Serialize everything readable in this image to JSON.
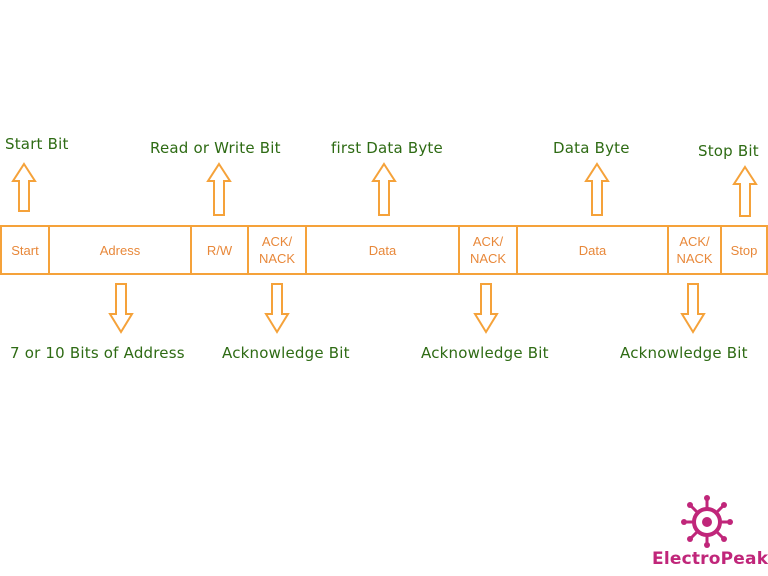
{
  "colors": {
    "accent": "#f5a23a",
    "label_green": "#2e6b14",
    "cell_text": "#e8883a",
    "logo": "#c0267a"
  },
  "top_labels": {
    "start": "Start Bit",
    "rw": "Read or Write Bit",
    "first_data": "first Data Byte",
    "data": "Data Byte",
    "stop": "Stop Bit"
  },
  "bottom_labels": {
    "address": "7 or 10 Bits of Address",
    "ack1": "Acknowledge Bit",
    "ack2": "Acknowledge Bit",
    "ack3": "Acknowledge Bit"
  },
  "cells": {
    "start": "Start",
    "address": "Adress",
    "rw": "R/W",
    "ack1": "ACK/\nNACK",
    "data1": "Data",
    "ack2": "ACK/\nNACK",
    "data2": "Data",
    "ack3": "ACK/\nNACK",
    "stop": "Stop"
  },
  "logo": {
    "text": "ElectroPeak",
    "icon": "electropeak-gear-icon"
  }
}
